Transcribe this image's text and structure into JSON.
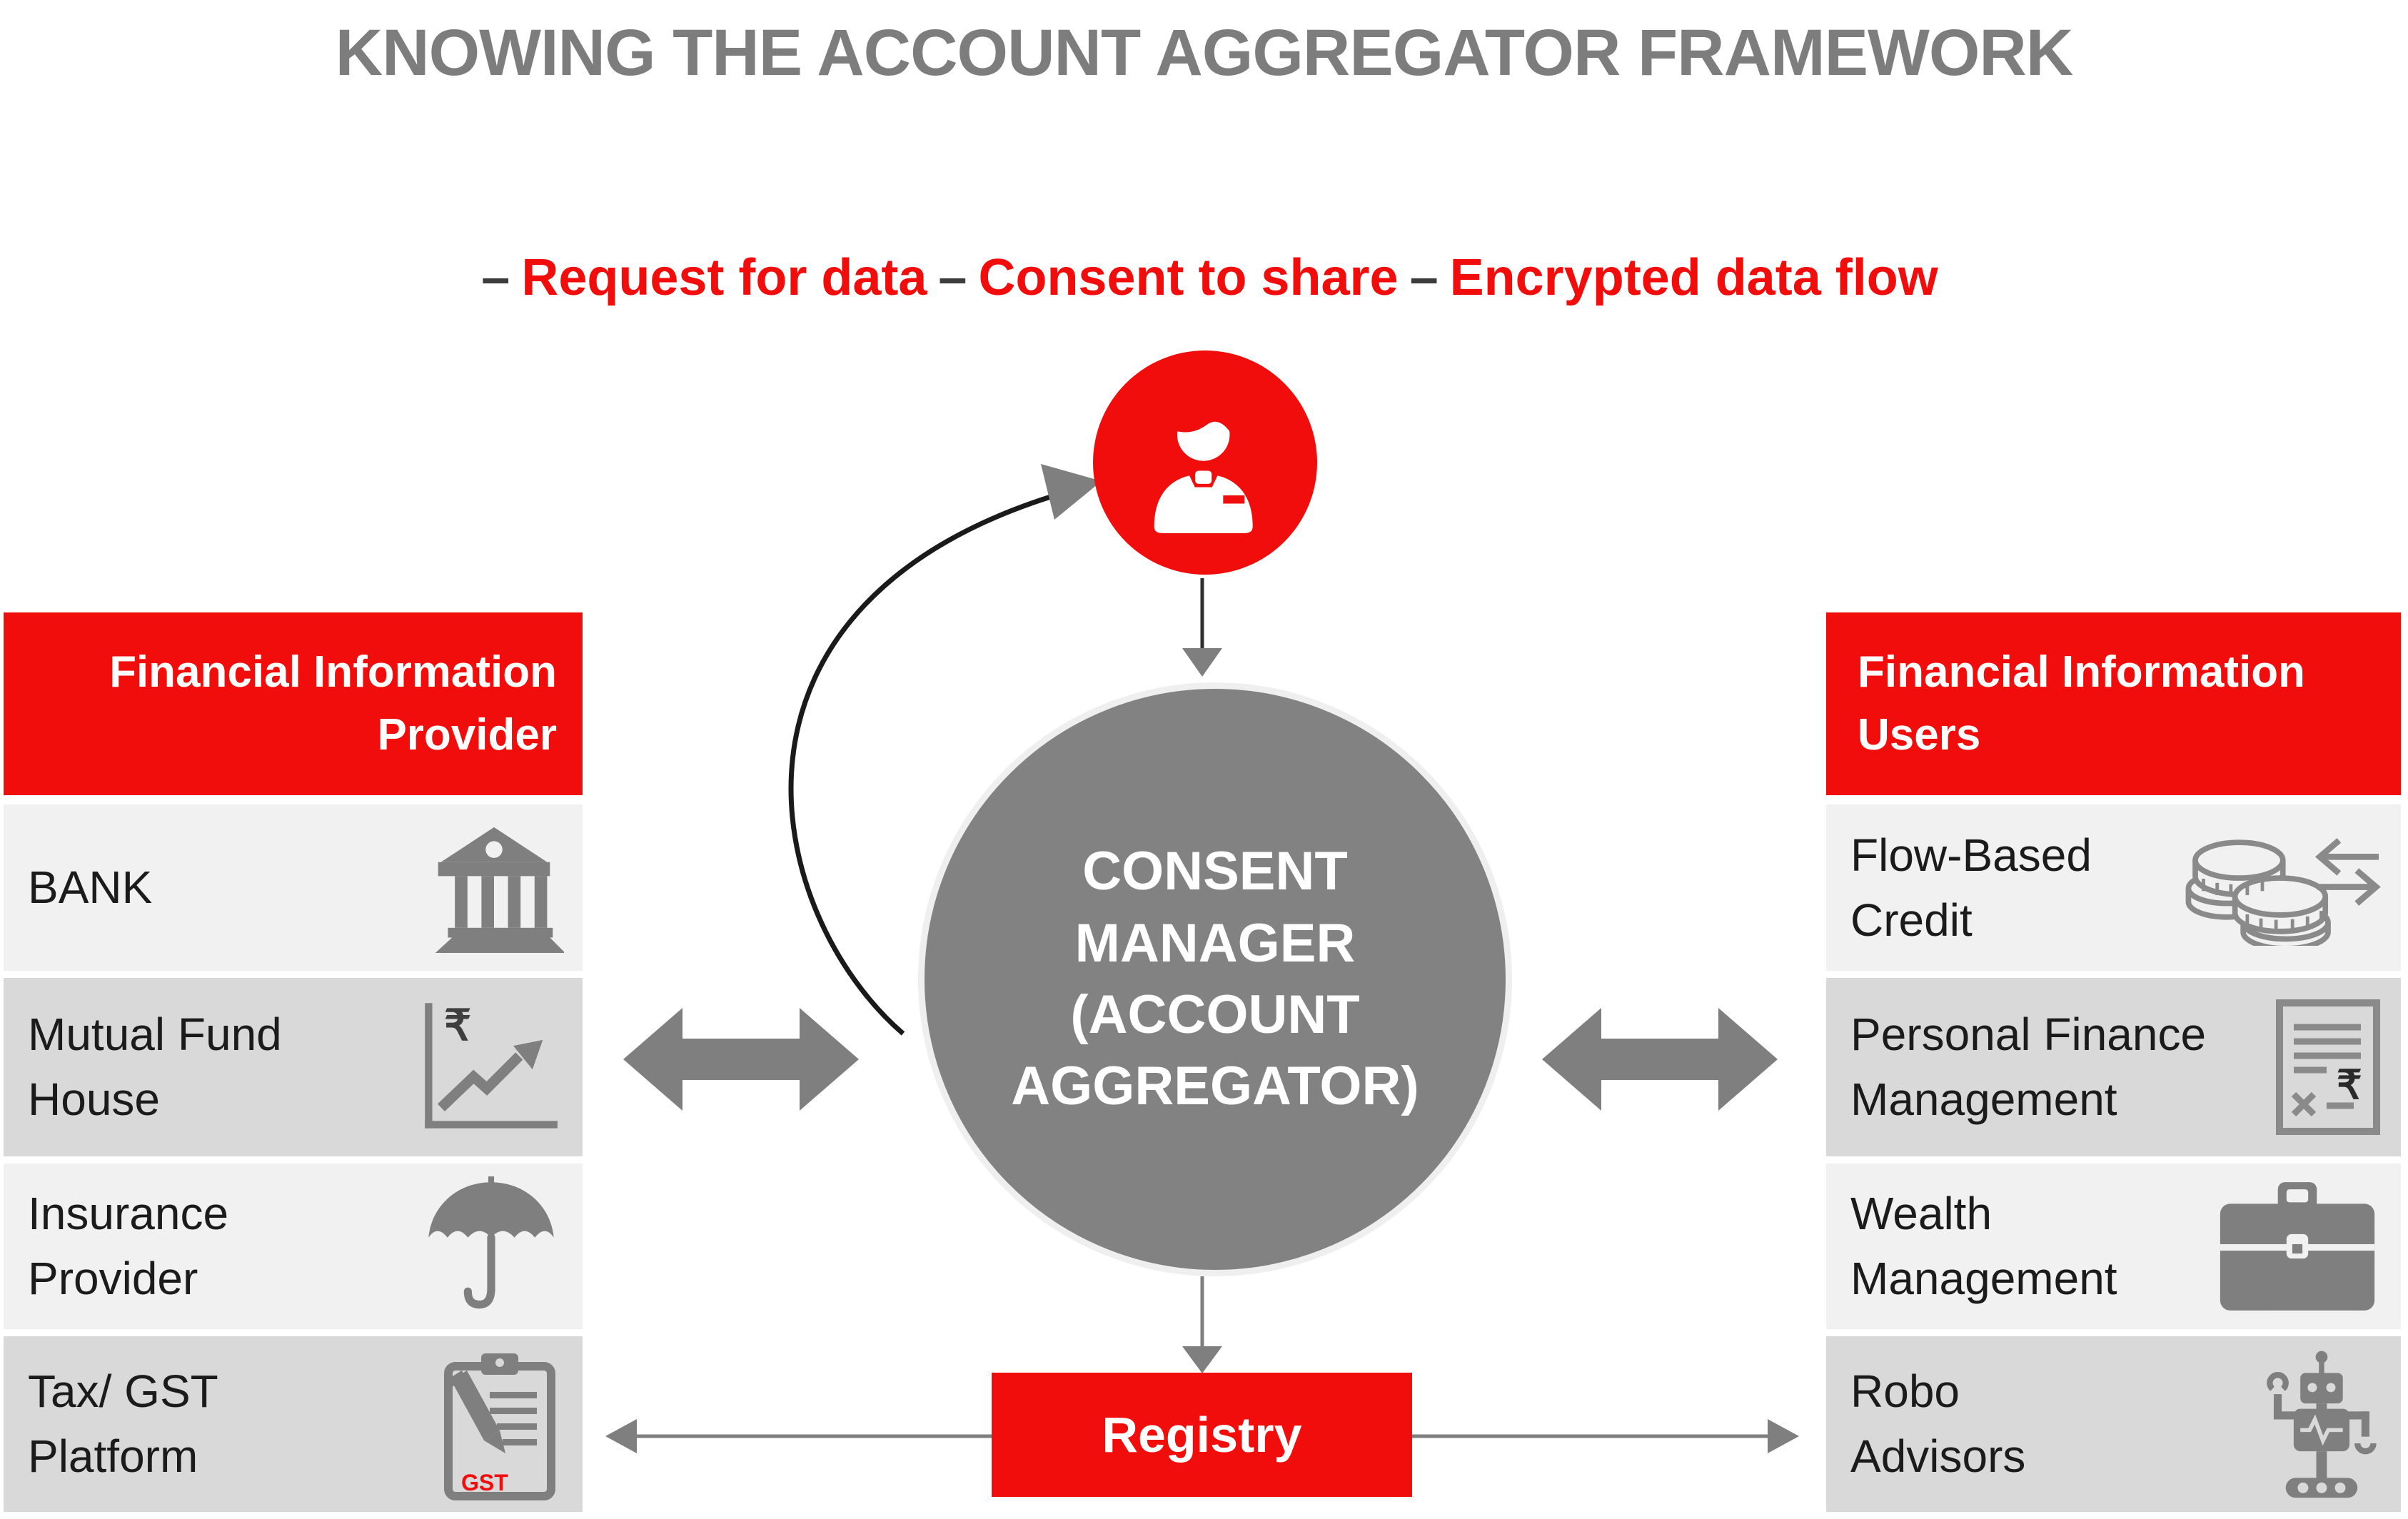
{
  "title": "KNOWING THE ACCOUNT AGGREGATOR FRAMEWORK",
  "legend": {
    "separator": "–",
    "items": [
      "Request for data",
      "Consent to share",
      "Encrypted data flow"
    ]
  },
  "center": {
    "consent_manager_label": "CONSENT MANAGER (ACCOUNT AGGREGATOR)",
    "registry_label": "Registry"
  },
  "left_panel": {
    "header": "Financial Information Provider",
    "rows": [
      {
        "label": "BANK",
        "icon": "bank-icon"
      },
      {
        "label": "Mutual Fund House",
        "icon": "mutual-fund-chart-icon",
        "rupee": "₹"
      },
      {
        "label": "Insurance Provider",
        "icon": "umbrella-icon"
      },
      {
        "label": "Tax/ GST Platform",
        "icon": "tax-gst-clipboard-icon",
        "badge": "GST"
      }
    ]
  },
  "right_panel": {
    "header": "Financial Information Users",
    "rows": [
      {
        "label": "Flow-Based Credit",
        "icon": "coins-transfer-icon"
      },
      {
        "label": "Personal Finance Management",
        "icon": "finance-document-icon",
        "rupee": "₹"
      },
      {
        "label": "Wealth Management",
        "icon": "briefcase-icon"
      },
      {
        "label": "Robo Advisors",
        "icon": "robot-icon"
      }
    ]
  },
  "colors": {
    "accent_red": "#f20d0d",
    "circle_gray": "#828282",
    "title_gray": "#7d7d7d",
    "icon_gray": "#7f7f7f",
    "row_light": "#f1f1f1",
    "row_dark": "#d9d9d9"
  }
}
